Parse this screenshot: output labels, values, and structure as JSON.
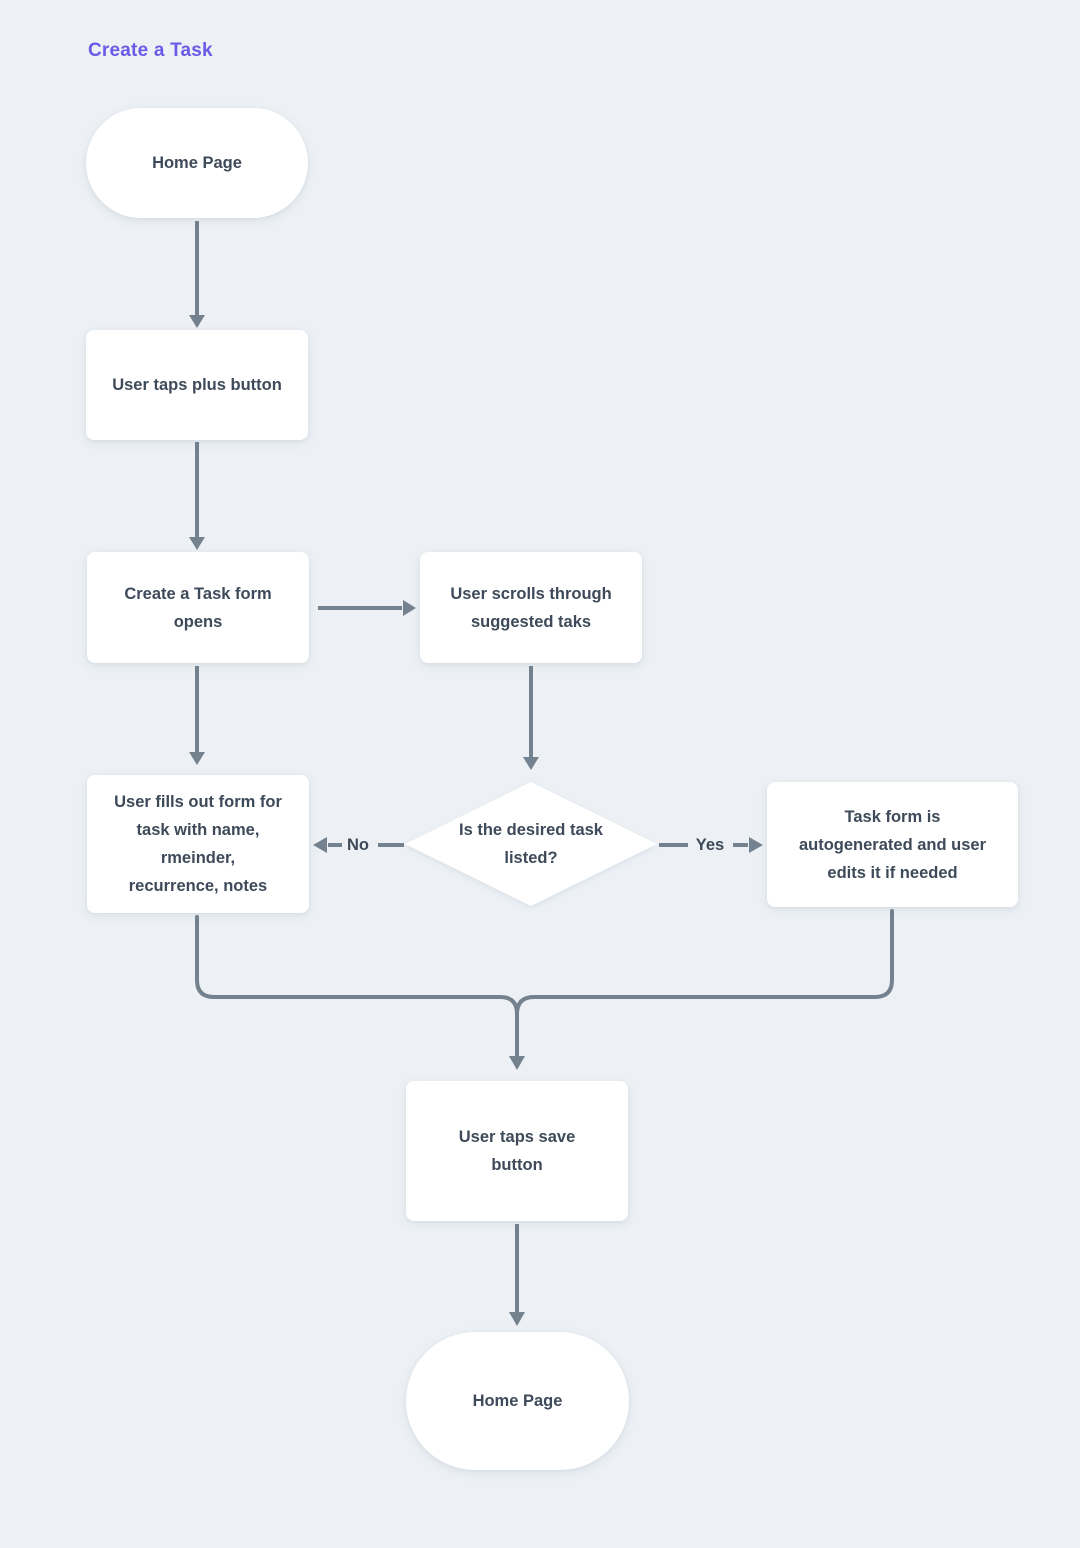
{
  "title": "Create a Task",
  "colors": {
    "background": "#EDF1F5",
    "node_fill": "#FFFFFF",
    "node_text": "#3E4A59",
    "connector": "#74818E",
    "title_accent": "#6A5AE8"
  },
  "nodes": {
    "start": {
      "type": "terminator",
      "lines": [
        "Home Page"
      ]
    },
    "tap_plus": {
      "type": "process",
      "lines": [
        "User taps plus button"
      ]
    },
    "form_opens": {
      "type": "process",
      "lines": [
        "Create a Task form",
        "opens"
      ]
    },
    "scroll_suggested": {
      "type": "process",
      "lines": [
        "User scrolls through",
        "suggested taks"
      ]
    },
    "fill_form": {
      "type": "process",
      "lines": [
        "User fills out form for",
        "task with name,",
        "rmeinder,",
        "recurrence, notes"
      ]
    },
    "decision": {
      "type": "decision",
      "lines": [
        "Is the desired task",
        "listed?"
      ]
    },
    "autogen": {
      "type": "process",
      "lines": [
        "Task form is",
        "autogenerated and user",
        "edits it if needed"
      ]
    },
    "save": {
      "type": "process",
      "lines": [
        "User taps save",
        "button"
      ]
    },
    "end": {
      "type": "terminator",
      "lines": [
        "Home Page"
      ]
    }
  },
  "edges": {
    "no_label": "No",
    "yes_label": "Yes"
  }
}
